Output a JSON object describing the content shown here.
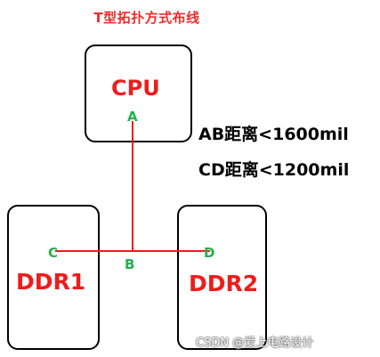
{
  "title": "T型拓扑方式布线",
  "chips": {
    "cpu": "CPU",
    "ddr1": "DDR1",
    "ddr2": "DDR2"
  },
  "nodes": {
    "a": "A",
    "b": "B",
    "c": "C",
    "d": "D"
  },
  "rules": {
    "ab": "AB距离<1600mil",
    "cd": "CD距离<1200mil"
  },
  "watermark": "CSDN @爱上电路设计",
  "colors": {
    "trace": "#ee1c1c",
    "chip_label": "#ee1c1c",
    "node_label": "#22b14c",
    "title": "#ee2b2b",
    "border": "#000000"
  }
}
